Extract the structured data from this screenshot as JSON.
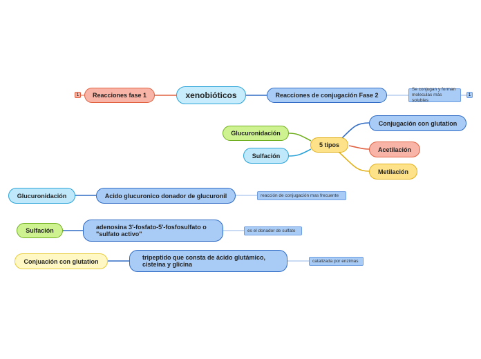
{
  "central": {
    "label": "xenobióticos"
  },
  "fase1": {
    "label": "Reacciones fase 1",
    "badge": "1"
  },
  "fase2": {
    "label": "Reacciones de conjugación Fase 2",
    "note": "Se conjugan y forman moleculas más solubles",
    "badge": "1"
  },
  "tipos": {
    "label": "5 tipos",
    "left": [
      "Glucuronidación",
      "Sulfación"
    ],
    "right": [
      "Conjugación con glutation",
      "Acetilación",
      "Metilación"
    ]
  },
  "rows": [
    {
      "left": "Glucuronidación",
      "main": "Acido glucuronico donador de glucuronil",
      "note": "reacción de conjugación mas frecuente"
    },
    {
      "left": "Sulfación",
      "main": "adenosina 3'-fosfato-5'-fosfosulfato o \"sulfato activo\"",
      "note": "es el donador de sulfato"
    },
    {
      "left": "Conjuación con glutation",
      "main": "tripeptido que consta de ácido glutámico, cisteína y glicina",
      "note": "catalizada por enzimas"
    }
  ],
  "colors": {
    "red": "#e0603f",
    "blue": "#2f6bc4",
    "sky": "#2aa3d9",
    "green": "#6fae1e",
    "yellow": "#e2b019"
  }
}
